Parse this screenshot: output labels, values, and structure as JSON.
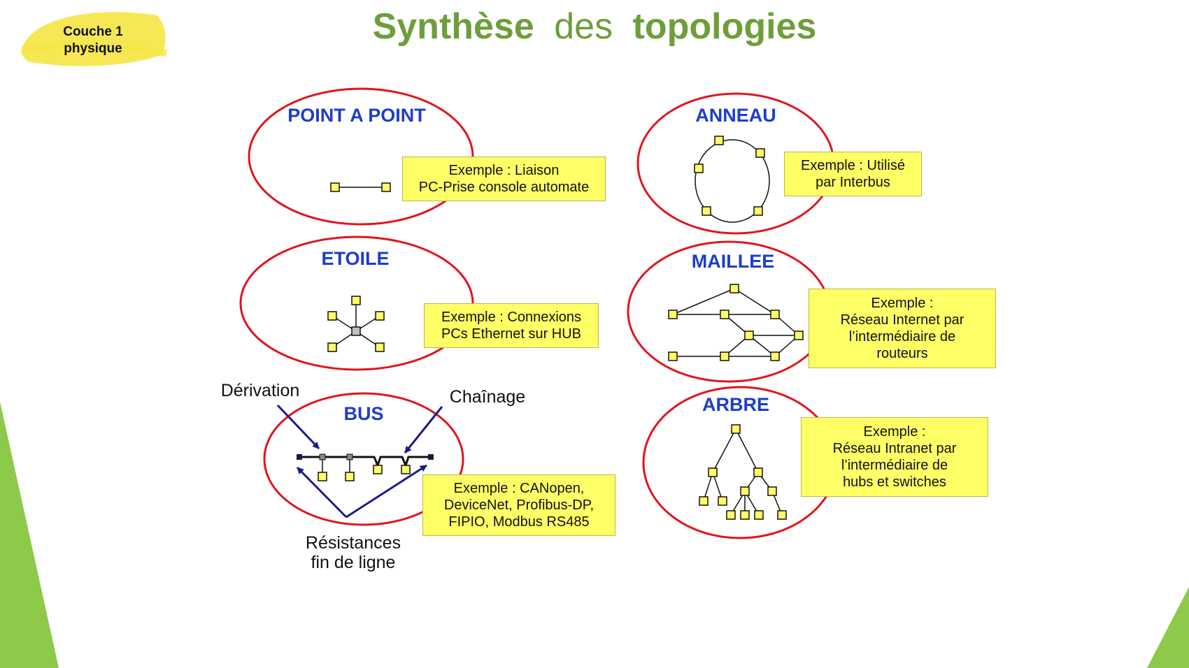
{
  "header": {
    "badge_line1": "Couche 1",
    "badge_line2": "physique",
    "title_part1": "Synthèse",
    "title_part2": "des",
    "title_part3": "topologies"
  },
  "colors": {
    "title_green": "#6e9e3a",
    "ellipse_red": "#e3141c",
    "label_blue": "#1d3dcc",
    "node_yellow": "#ffff66",
    "callout_yellow": "#ffff66",
    "arrow_navy": "#1a1a8a",
    "badge_yellow": "#f5e642",
    "corner_green": "#8fc94a"
  },
  "topologies": {
    "point_a_point": {
      "label": "POINT A POINT",
      "example": [
        "Exemple : Liaison",
        "PC-Prise console automate"
      ]
    },
    "anneau": {
      "label": "ANNEAU",
      "example": [
        "Exemple : Utilisé",
        "par Interbus"
      ]
    },
    "etoile": {
      "label": "ETOILE",
      "example": [
        "Exemple : Connexions",
        "PCs Ethernet sur HUB"
      ]
    },
    "maillee": {
      "label": "MAILLEE",
      "example": [
        "Exemple :",
        "Réseau Internet par",
        "l’intermédiaire de",
        "routeurs"
      ]
    },
    "bus": {
      "label": "BUS",
      "derivation": "Dérivation",
      "chainage": "Chaînage",
      "resistances_line1": "Résistances",
      "resistances_line2": "fin de ligne",
      "example": [
        "Exemple : CANopen,",
        "DeviceNet, Profibus-DP,",
        "FIPIO, Modbus RS485"
      ]
    },
    "arbre": {
      "label": "ARBRE",
      "example": [
        "Exemple :",
        "Réseau Intranet par",
        "l’intermédiaire de",
        "hubs et switches"
      ]
    }
  }
}
